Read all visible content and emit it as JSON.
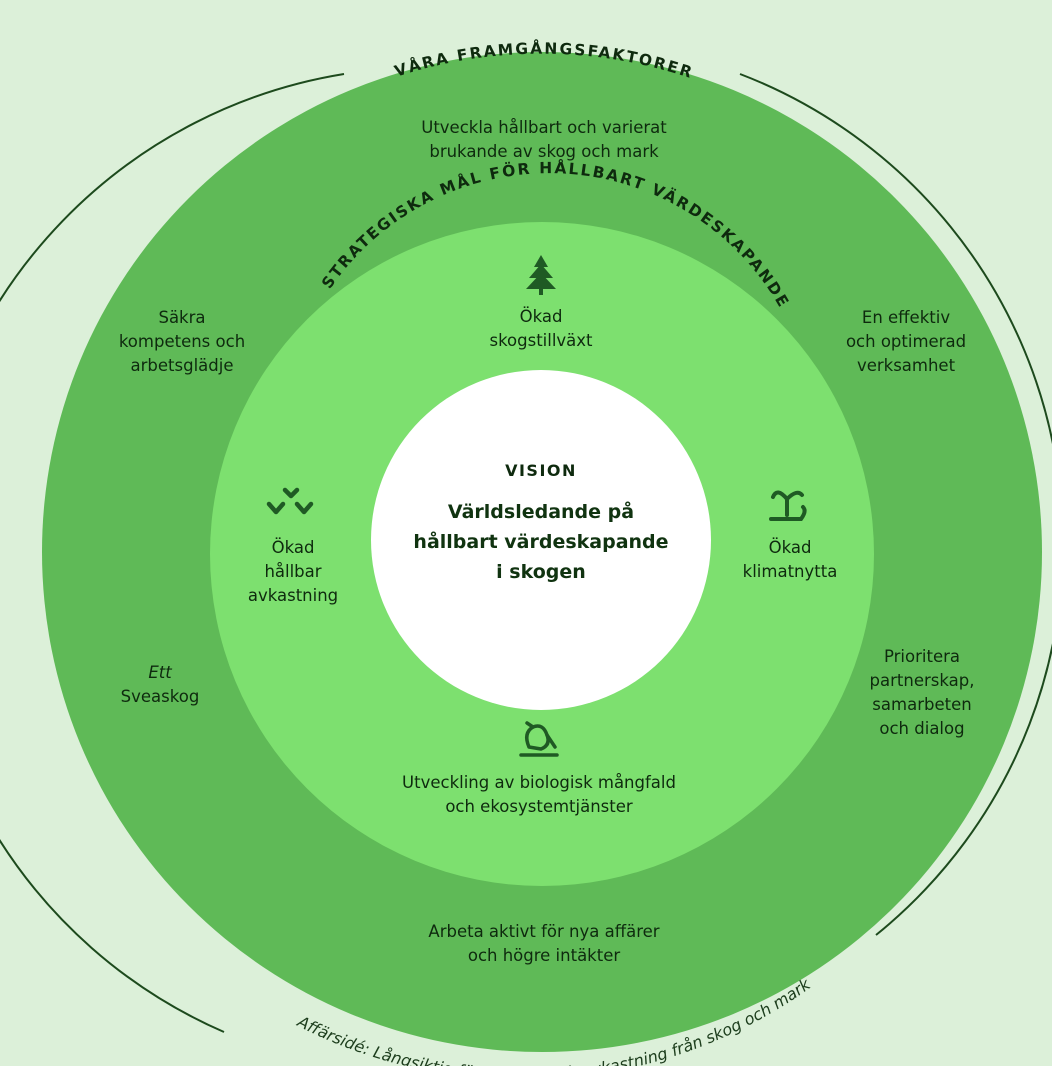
{
  "colors": {
    "background": "#dcf0d9",
    "outer_ring": "#5fba57",
    "inner_ring": "#7de06f",
    "center": "#ffffff",
    "text": "#0e2a0e",
    "icon": "#1f5a24"
  },
  "outer_ring": {
    "title": "VÅRA FRAMGÅNGSFAKTORER",
    "factors": {
      "top": [
        "Utveckla hållbart och varierat",
        "brukande av skog och mark"
      ],
      "left_upper": [
        "Säkra",
        "kompetens och",
        "arbetsglädje"
      ],
      "right_upper": [
        "En effektiv",
        "och optimerad",
        "verksamhet"
      ],
      "left_lower_italic": "Ett",
      "left_lower": "Sveaskog",
      "right_lower": [
        "Prioritera",
        "partnerskap,",
        "samarbeten",
        "och dialog"
      ],
      "bottom": [
        "Arbeta aktivt för nya affärer",
        "och högre intäkter"
      ]
    }
  },
  "inner_ring": {
    "title": "STRATEGISKA MÅL FÖR HÅLLBART VÄRDESKAPANDE",
    "goals": {
      "top": {
        "icon": "tree-icon",
        "lines": [
          "Ökad",
          "skogstillväxt"
        ]
      },
      "left": {
        "icon": "birds-icon",
        "lines": [
          "Ökad",
          "hållbar",
          "avkastning"
        ]
      },
      "right": {
        "icon": "seedling-hand-icon",
        "lines": [
          "Ökad",
          "klimatnytta"
        ]
      },
      "bottom": {
        "icon": "bird-branch-icon",
        "lines": [
          "Utveckling av biologisk mångfald",
          "och ekosystemtjänster"
        ]
      }
    }
  },
  "center": {
    "heading": "VISION",
    "text": [
      "Världsledande på",
      "hållbart värdeskapande",
      "i skogen"
    ]
  },
  "footer_arc": "Affärsidé: Långsiktig förvaltning och avkastning från skog och mark"
}
